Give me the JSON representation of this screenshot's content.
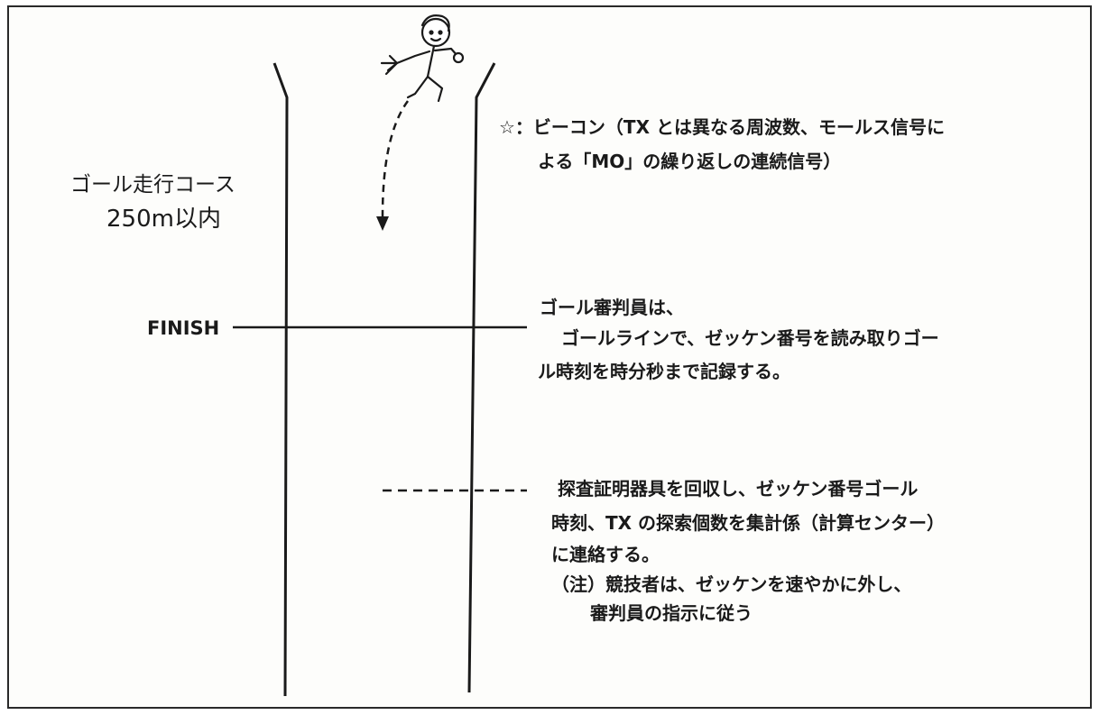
{
  "course": {
    "label_line1": "ゴール走行コース",
    "label_line2": "250m以内",
    "finish_label": "FINISH"
  },
  "beacon_note": {
    "line1": "☆：ビーコン（TX とは異なる周波数、モールス信号に",
    "line2": "よる「MO」の繰り返しの連続信号）"
  },
  "judge_note": {
    "line1": "ゴール審判員は、",
    "line2": "ゴールラインで、ゼッケン番号を読み取りゴー",
    "line3": "ル時刻を時分秒まで記録する。"
  },
  "collection_note": {
    "line1": "探査証明器具を回収し、ゼッケン番号ゴール",
    "line2": "時刻、TX の探索個数を集計係（計算センター）",
    "line3": "に連絡する。"
  },
  "caution_note": {
    "line1": "（注）競技者は、ゼッケンを速やかに外し、",
    "line2": "審判員の指示に従う"
  },
  "icons": {
    "runner": "runner-figure-icon",
    "arrow": "dashed-arrow-icon"
  },
  "colors": {
    "ink": "#1a1a1a",
    "paper": "#fdfdfb"
  }
}
